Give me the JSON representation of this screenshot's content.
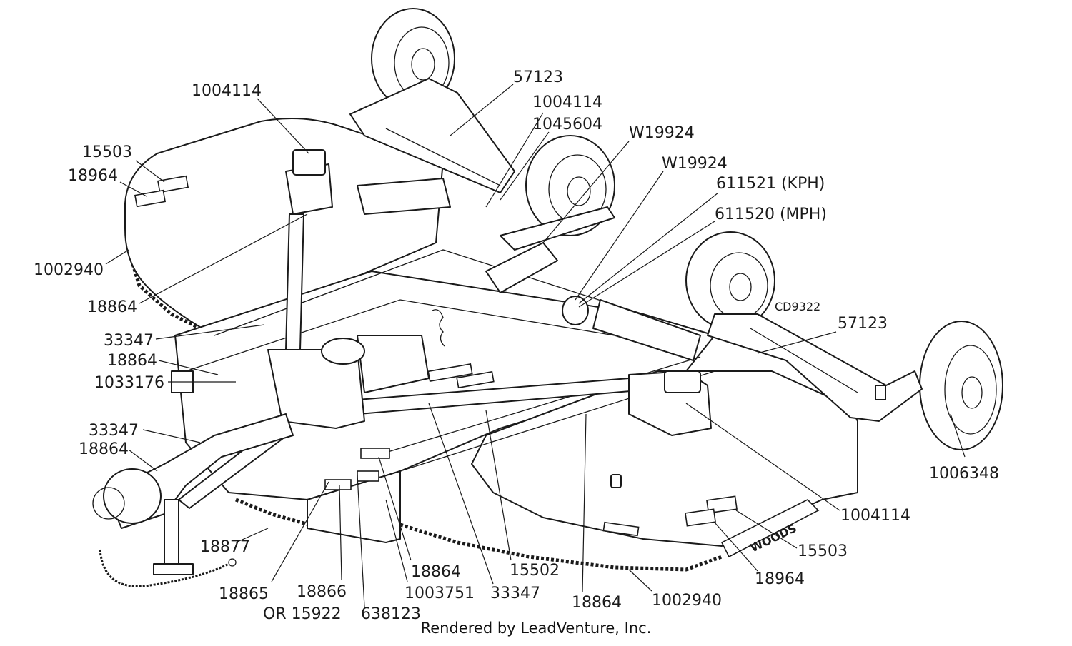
{
  "diagram": {
    "drawing_code": "CD9322",
    "brand": "WOODS",
    "parts": [
      {
        "id": "p01",
        "text": "1004114"
      },
      {
        "id": "p02",
        "text": "57123"
      },
      {
        "id": "p03",
        "text": "1004114"
      },
      {
        "id": "p04",
        "text": "1045604"
      },
      {
        "id": "p05",
        "text": "W19924"
      },
      {
        "id": "p06",
        "text": "W19924"
      },
      {
        "id": "p07",
        "text": "611521 (KPH)"
      },
      {
        "id": "p08",
        "text": "611520 (MPH)"
      },
      {
        "id": "p09",
        "text": "15503"
      },
      {
        "id": "p10",
        "text": "18964"
      },
      {
        "id": "p11",
        "text": "1002940"
      },
      {
        "id": "p12",
        "text": "18864"
      },
      {
        "id": "p13",
        "text": "33347"
      },
      {
        "id": "p14",
        "text": "18864"
      },
      {
        "id": "p15",
        "text": "1033176"
      },
      {
        "id": "p16",
        "text": "33347"
      },
      {
        "id": "p17",
        "text": "18864"
      },
      {
        "id": "p18",
        "text": "57123"
      },
      {
        "id": "p19",
        "text": "1006348"
      },
      {
        "id": "p20",
        "text": "1004114"
      },
      {
        "id": "p21",
        "text": "15503"
      },
      {
        "id": "p22",
        "text": "18964"
      },
      {
        "id": "p23",
        "text": "1002940"
      },
      {
        "id": "p24",
        "text": "18864"
      },
      {
        "id": "p25",
        "text": "15502"
      },
      {
        "id": "p26",
        "text": "33347"
      },
      {
        "id": "p27",
        "text": "18864"
      },
      {
        "id": "p28",
        "text": "1003751"
      },
      {
        "id": "p29",
        "text": "638123"
      },
      {
        "id": "p30",
        "text": "18866"
      },
      {
        "id": "p31",
        "text": "OR 15922"
      },
      {
        "id": "p32",
        "text": "18865"
      },
      {
        "id": "p33",
        "text": "18877"
      }
    ]
  },
  "footer": {
    "credit": "Rendered by LeadVenture, Inc."
  }
}
